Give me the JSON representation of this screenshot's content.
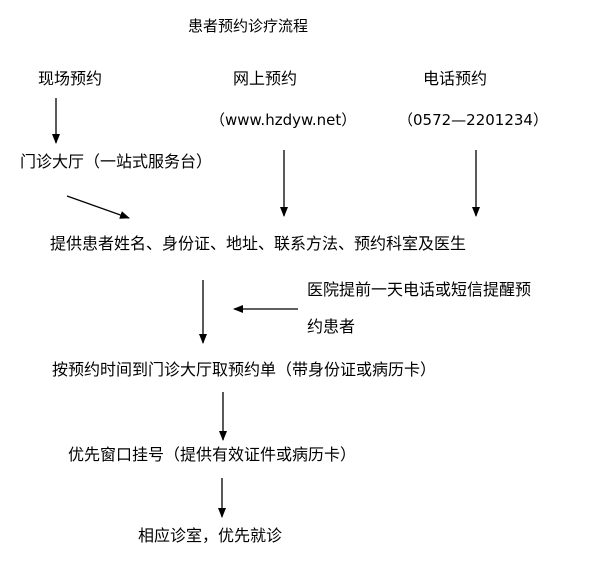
{
  "title": "患者预约诊疗流程",
  "methods": {
    "onsite": "现场预约",
    "online": "网上预约",
    "phone": "电话预约"
  },
  "online_detail": "（www.hzdyw.net）",
  "phone_detail": "（0572—2201234）",
  "hall": "门诊大厅（一站式服务台）",
  "info_required": "提供患者姓名、身份证、地址、联系方法、预约科室及医生",
  "reminder": {
    "line1": "医院提前一天电话或短信提醒预",
    "line2": "约患者"
  },
  "get_ticket": "按预约时间到门诊大厅取预约单（带身份证或病历卡）",
  "register": "优先窗口挂号（提供有效证件或病历卡）",
  "clinic": "相应诊室，优先就诊"
}
